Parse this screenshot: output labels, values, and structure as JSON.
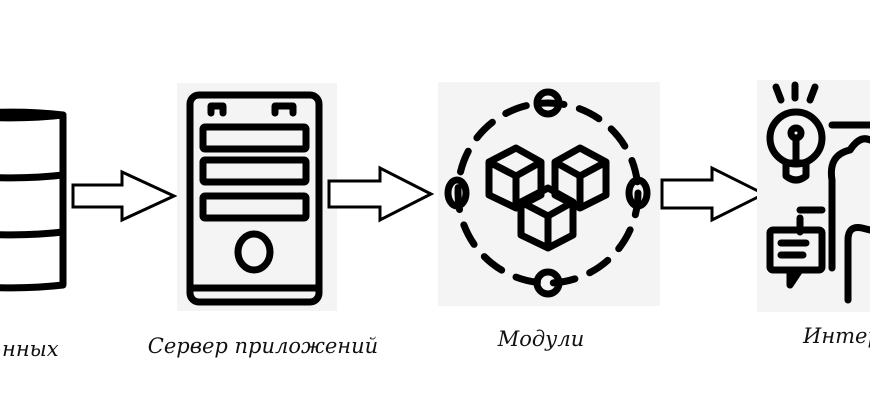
{
  "diagram": {
    "nodes": [
      {
        "id": "database",
        "label": "нных",
        "icon": "database-icon"
      },
      {
        "id": "app-server",
        "label": "Сервер приложений",
        "icon": "server-icon"
      },
      {
        "id": "modules",
        "label": "Модули",
        "icon": "modules-cubes-icon"
      },
      {
        "id": "interface",
        "label": "Интер",
        "icon": "interface-icon"
      }
    ],
    "edges": [
      {
        "from": "database",
        "to": "app-server"
      },
      {
        "from": "app-server",
        "to": "modules"
      },
      {
        "from": "modules",
        "to": "interface"
      }
    ],
    "colors": {
      "panel": "#f4f4f4",
      "stroke": "#000000"
    }
  }
}
